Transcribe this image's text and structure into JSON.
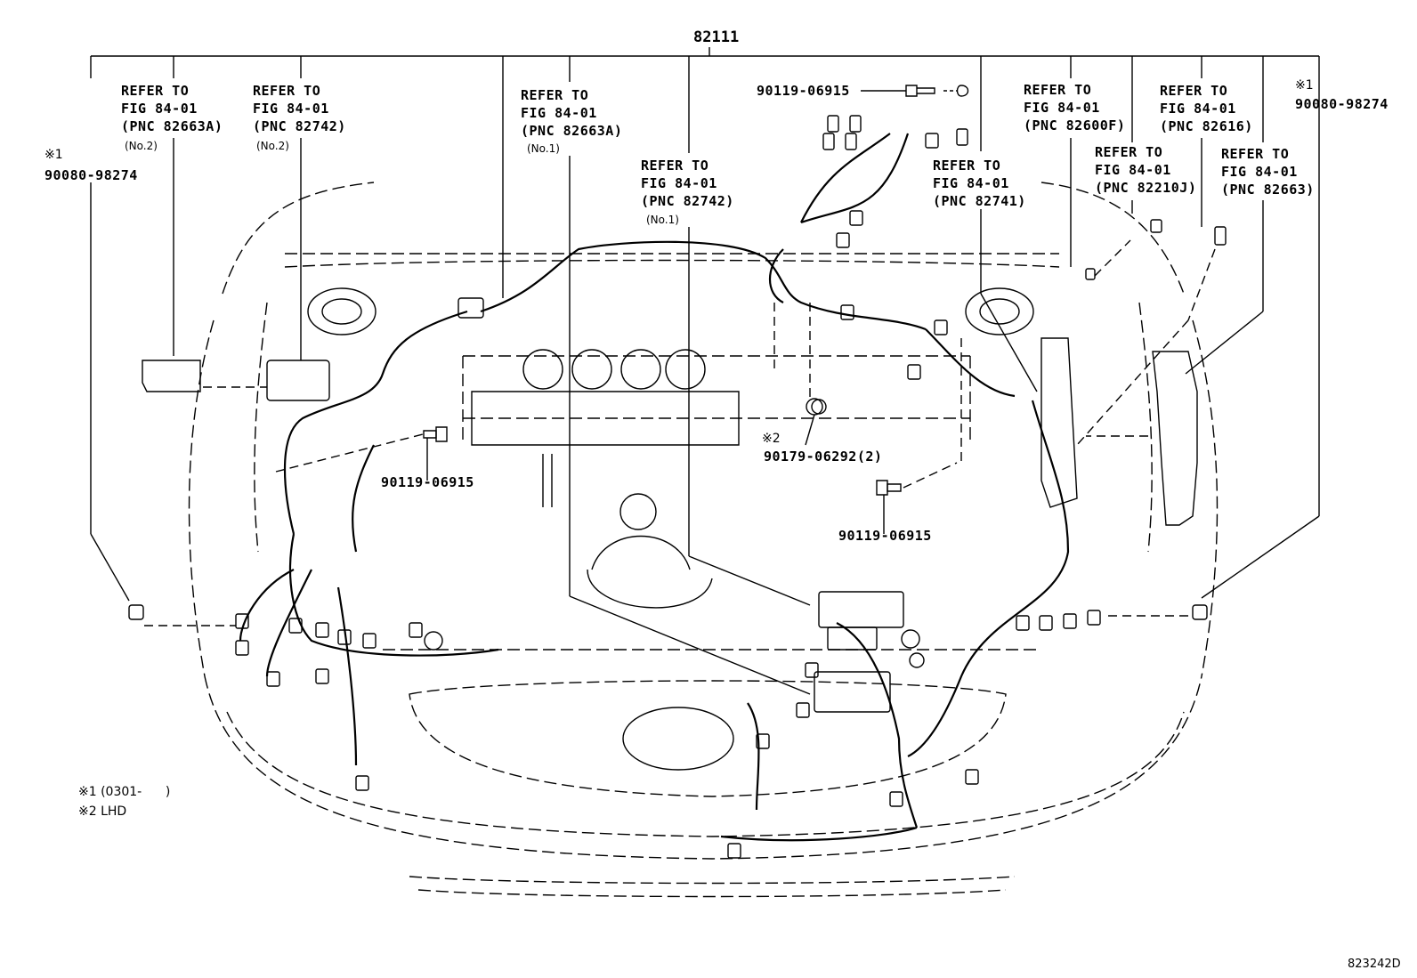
{
  "main_part": "82111",
  "illustration_id": "823242D",
  "callouts": {
    "c1": {
      "mark": "※1",
      "part": "90080-98274"
    },
    "c2": {
      "line1": "REFER TO",
      "line2": "FIG 84-01",
      "line3": "(PNC 82663A)",
      "sub": "(No.2)"
    },
    "c3": {
      "line1": "REFER TO",
      "line2": "FIG 84-01",
      "line3": "(PNC 82742)",
      "sub": "(No.2)"
    },
    "c4": {
      "line1": "REFER TO",
      "line2": "FIG 84-01",
      "line3": "(PNC 82663A)",
      "sub": "(No.1)"
    },
    "c5": {
      "line1": "REFER TO",
      "line2": "FIG 84-01",
      "line3": "(PNC 82742)",
      "sub": "(No.1)"
    },
    "c6": {
      "part": "90119-06915"
    },
    "c7": {
      "line1": "REFER TO",
      "line2": "FIG 84-01",
      "line3": "(PNC 82741)"
    },
    "c8": {
      "line1": "REFER TO",
      "line2": "FIG 84-01",
      "line3": "(PNC 82600F)"
    },
    "c9": {
      "line1": "REFER TO",
      "line2": "FIG 84-01",
      "line3": "(PNC 82210J)"
    },
    "c10": {
      "line1": "REFER TO",
      "line2": "FIG 84-01",
      "line3": "(PNC 82616)"
    },
    "c11": {
      "mark": "※1",
      "part": "90080-98274"
    },
    "c12": {
      "line1": "REFER TO",
      "line2": "FIG 84-01",
      "line3": "(PNC 82663)"
    },
    "c13": {
      "part": "90119-06915"
    },
    "c14": {
      "mark": "※2",
      "part": "90179-06292(2)"
    },
    "c15": {
      "part": "90119-06915"
    }
  },
  "notes": [
    "※1 (0301-      )",
    "※2 LHD"
  ]
}
